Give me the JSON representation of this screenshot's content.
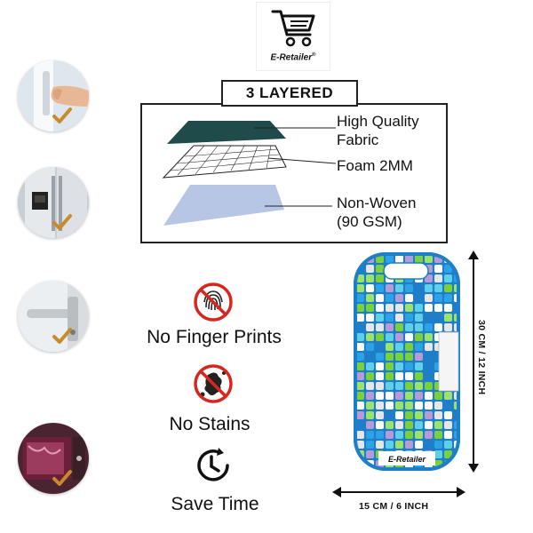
{
  "brand": {
    "name": "E-Retailer",
    "reg_mark": "®"
  },
  "layers": {
    "title": "3 LAYERED",
    "items": [
      {
        "label_line1": "High Quality",
        "label_line2": "Fabric"
      },
      {
        "label_line1": "Foam 2MM"
      },
      {
        "label_line1": "Non-Woven",
        "label_line2": "(90 GSM)"
      }
    ]
  },
  "features": [
    {
      "label": "No Finger Prints",
      "icon": "no-fingerprint-icon"
    },
    {
      "label": "No Stains",
      "icon": "no-stains-icon"
    },
    {
      "label": "Save Time",
      "icon": "clock-icon"
    }
  ],
  "thumbnails": [
    {
      "icon": "fridge-handle-photo",
      "checked": true
    },
    {
      "icon": "fridge-door-photo",
      "checked": true
    },
    {
      "icon": "door-handle-photo",
      "checked": true
    },
    {
      "icon": "microwave-photo",
      "checked": true
    }
  ],
  "product": {
    "height_label": "30 CM / 12 INCH",
    "width_label": "15 CM / 6 INCH",
    "tag_brand": "E-Retailer"
  },
  "colors": {
    "accent_no": "#d7261e",
    "fabric": "#1f4c4a",
    "product_border": "#1e7ec8",
    "check": "#c98a2a"
  }
}
